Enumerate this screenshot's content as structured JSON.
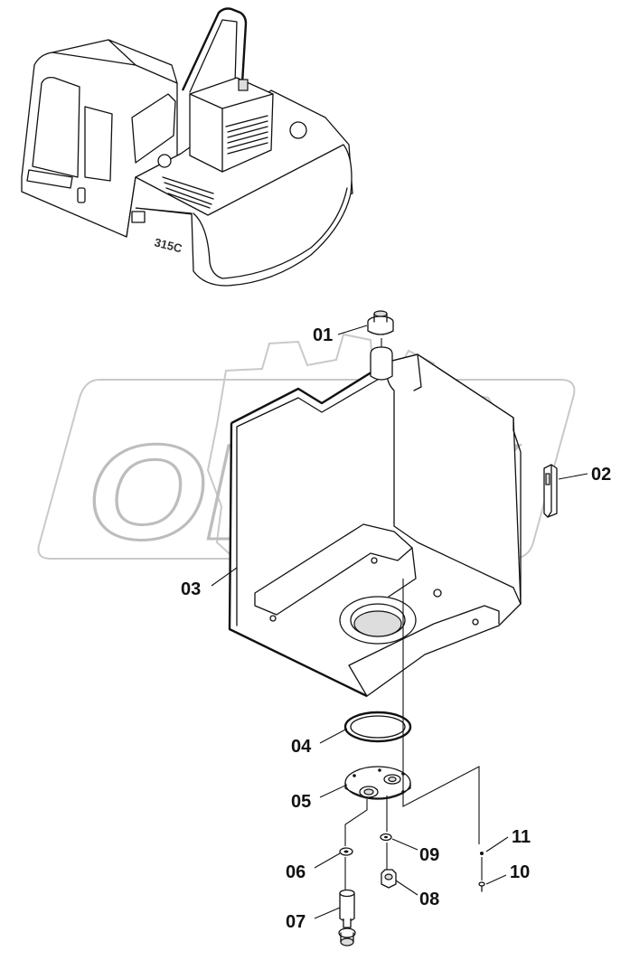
{
  "watermark": "OPEX",
  "machine_badge": "315C",
  "parts": [
    {
      "id": "01",
      "label": "01"
    },
    {
      "id": "02",
      "label": "02"
    },
    {
      "id": "03",
      "label": "03"
    },
    {
      "id": "04",
      "label": "04"
    },
    {
      "id": "05",
      "label": "05"
    },
    {
      "id": "06",
      "label": "06"
    },
    {
      "id": "07",
      "label": "07"
    },
    {
      "id": "08",
      "label": "08"
    },
    {
      "id": "09",
      "label": "09"
    },
    {
      "id": "10",
      "label": "10"
    },
    {
      "id": "11",
      "label": "11"
    }
  ]
}
